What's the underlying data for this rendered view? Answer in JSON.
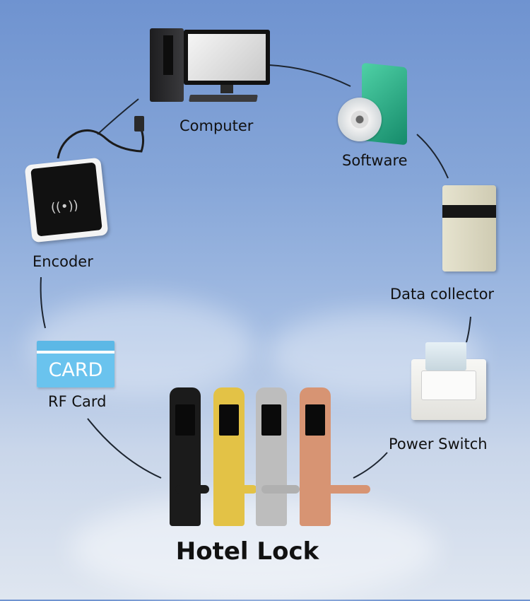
{
  "title": "Hotel Lock",
  "nodes": {
    "computer": "Computer",
    "software": "Software",
    "data_collector": "Data collector",
    "power_switch": "Power Switch",
    "encoder": "Encoder",
    "rf_card": "RF Card"
  },
  "card_text": "CARD",
  "lock_colors": [
    "#1b1b1b",
    "#e3c246",
    "#bdbdbd",
    "#d79473"
  ]
}
